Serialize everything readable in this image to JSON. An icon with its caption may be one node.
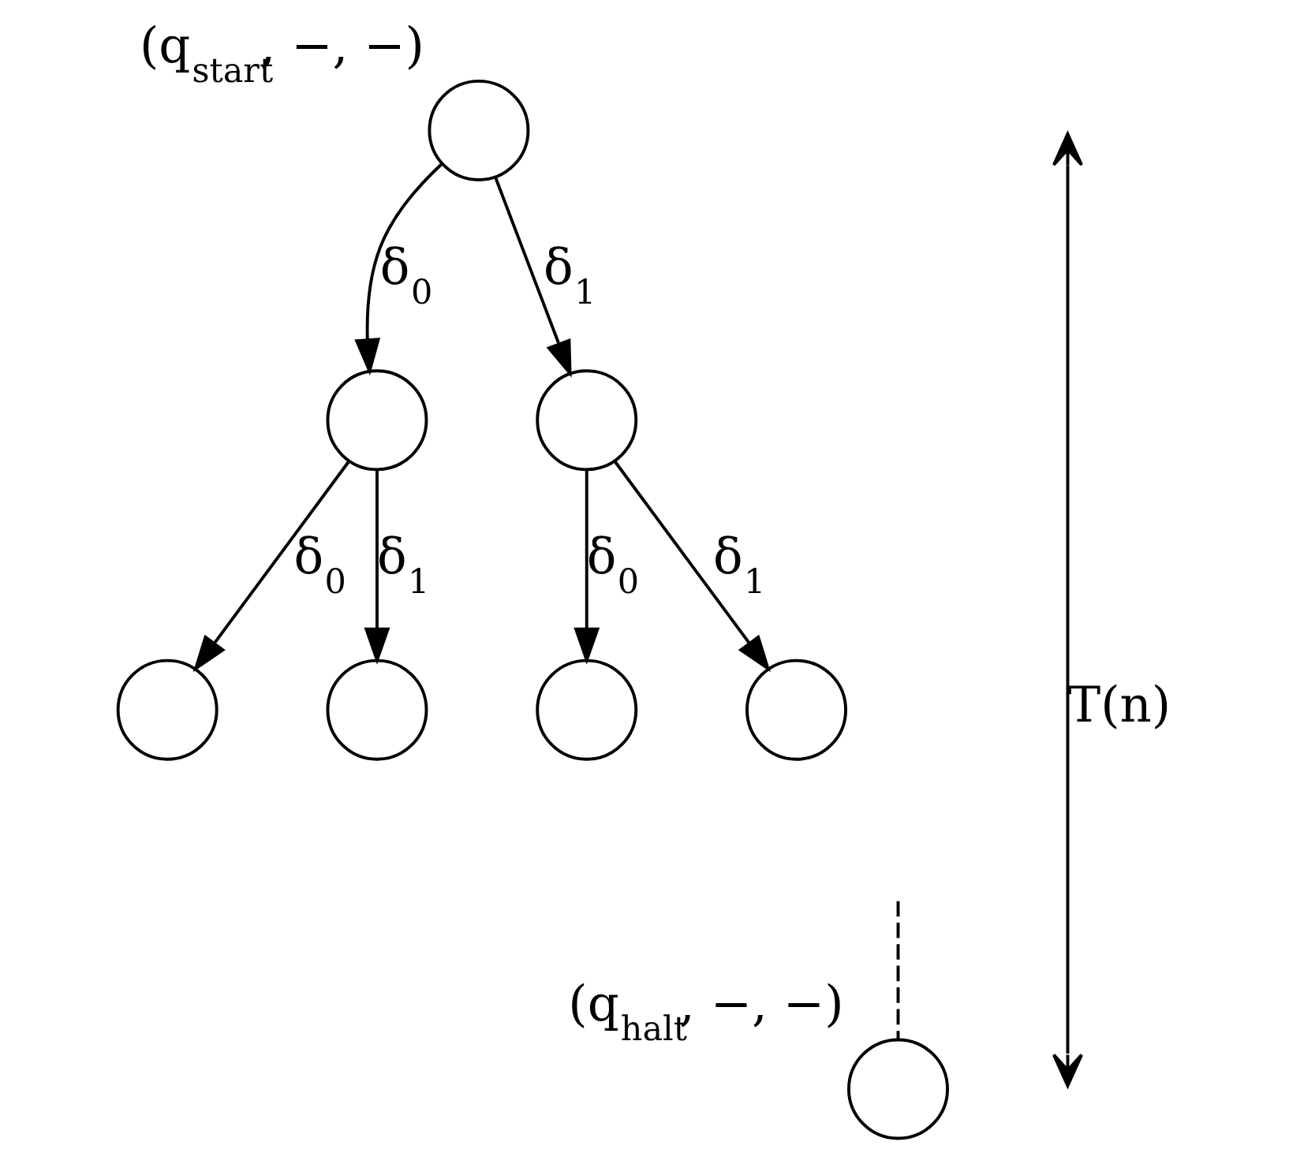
{
  "diagram": {
    "nodes": [
      {
        "text": [],
        "shape": "circle",
        "beside": [
          "(q$_{start}$, −, −)"
        ]
      },
      {
        "text": [],
        "shape": "circle"
      },
      {
        "text": [],
        "shape": "circle"
      },
      {
        "text": [],
        "shape": "circle"
      },
      {
        "text": [],
        "shape": "circle"
      },
      {
        "text": [],
        "shape": "circle"
      },
      {
        "text": [],
        "shape": "circle"
      },
      {
        "text": [],
        "shape": "circle",
        "beside": [
          "(q$_{halt}$, −, −)"
        ]
      }
    ],
    "edges": [
      {
        "from": 0,
        "to": 1,
        "arrow": "to",
        "label": "δ$_{0}$"
      },
      {
        "from": 0,
        "to": 2,
        "arrow": "to",
        "label": "δ$_{1}$"
      },
      {
        "from": 1,
        "to": 3,
        "arrow": "to",
        "label": "δ$_{0}$"
      },
      {
        "from": 1,
        "to": 4,
        "arrow": "to",
        "label": "δ$_{1}$"
      },
      {
        "from": 2,
        "to": 5,
        "arrow": "to",
        "label": "δ$_{0}$"
      },
      {
        "from": 2,
        "to": 6,
        "arrow": "to",
        "label": "δ$_{1}$"
      },
      {
        "from": null,
        "to": 7,
        "arrow": "none",
        "style": "dashed"
      }
    ],
    "labels": [
      "T(n)"
    ]
  }
}
